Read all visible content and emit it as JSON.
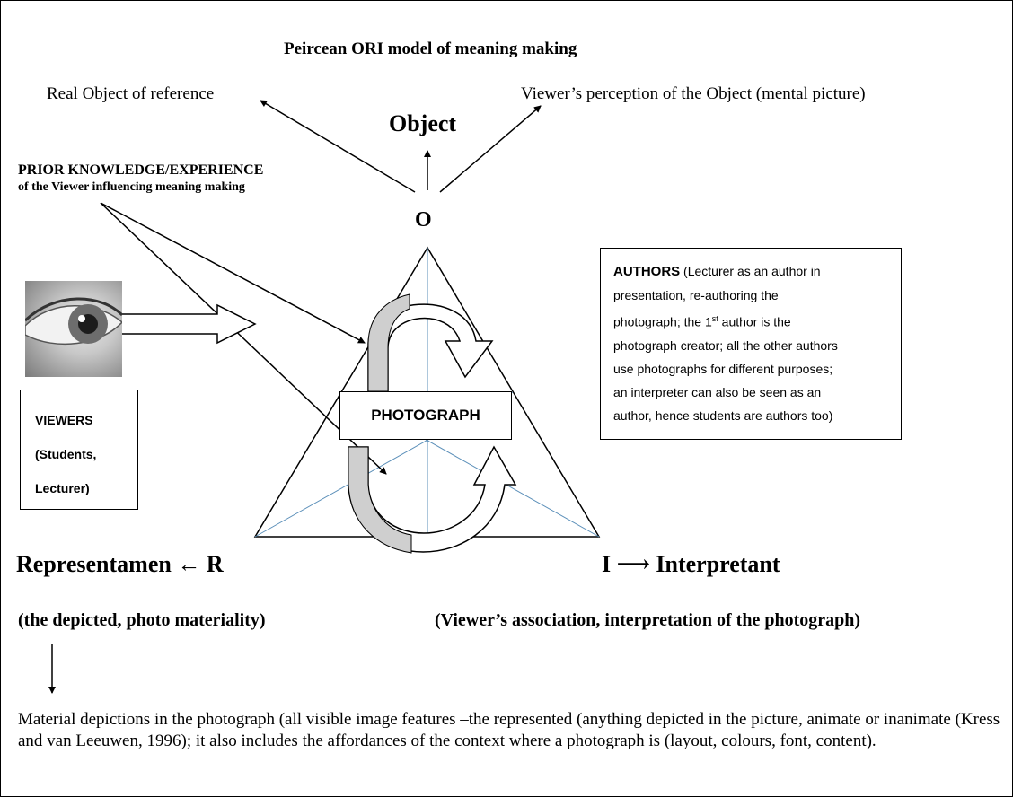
{
  "title": "Peircean ORI model of meaning making",
  "real_object": "Real Object of reference",
  "viewer_perception": "Viewer’s  perception of the Object (mental picture)",
  "object_label": "Object",
  "prior_knowledge": {
    "line1": "PRIOR KNOWLEDGE/EXPERIENCE",
    "line2": "of the Viewer influencing meaning making"
  },
  "o_letter": "O",
  "authors": {
    "heading": "AUTHORS",
    "line1_rest": " (Lecturer as an author in",
    "line2": "presentation, re-authoring the",
    "line3_pre": "photograph; the 1",
    "line3_sup": "st",
    "line3_post": " author is the",
    "line4": "photograph creator; all the other authors",
    "line5": "use photographs for different purposes;",
    "line6": "an interpreter can also be seen as an",
    "line7": "author, hence students are authors too)"
  },
  "viewers": {
    "line1": "VIEWERS",
    "line2": "(Students,",
    "line3": "Lecturer)"
  },
  "photograph": "PHOTOGRAPH",
  "representamen": "Representamen ← R",
  "interpretant": "I ⟶ Interpretant",
  "depicted": "(the depicted, photo materiality)",
  "association": "(Viewer’s association, interpretation of the photograph)",
  "material_description": "Material depictions in the photograph (all visible image features –the represented (anything depicted in the picture, animate or inanimate (Kress and van Leeuwen, 1996); it also includes the affordances of the context where a photograph is (layout, colours, font, content).",
  "colors": {
    "line": "#000000",
    "median": "#5b8fb9",
    "arrow_fill": "#cfcfcf"
  },
  "icons": [
    "eye-image",
    "curved-arrow-down-icon",
    "curved-arrow-up-icon",
    "block-arrow-right-icon"
  ]
}
